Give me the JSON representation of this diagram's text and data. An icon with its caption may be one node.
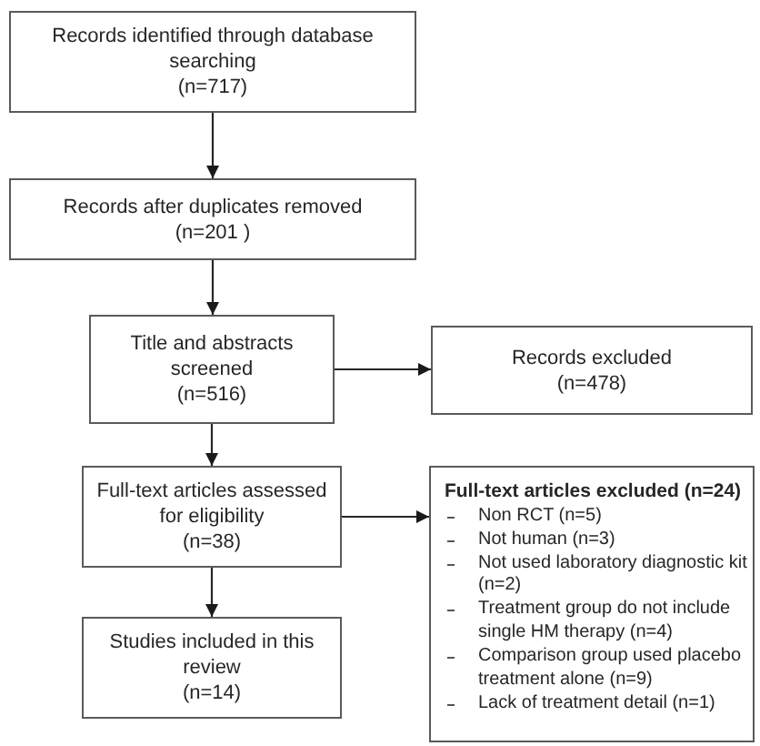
{
  "diagram": {
    "nodes": [
      {
        "text": [
          "Records identified through database searching",
          "(n=717)"
        ]
      },
      {
        "text": [
          "Records after duplicates removed",
          "(n=201 )"
        ]
      },
      {
        "text": [
          "Title and abstracts screened",
          "(n=516)"
        ]
      },
      {
        "text": [
          "Records excluded",
          "(n=478)"
        ]
      },
      {
        "text": [
          "Full-text articles assessed for eligibility",
          "(n=38)"
        ]
      },
      {
        "text": [
          "Full-text articles excluded (n=24)",
          "Non RCT (n=5)",
          "Not human (n=3)",
          "Not used laboratory diagnostic kit (n=2)",
          "Treatment group do not include single HM therapy (n=4)",
          "Comparison group used placebo treatment alone (n=9)",
          "Lack of treatment detail (n=1)"
        ]
      },
      {
        "text": [
          "Studies included in this review",
          "(n=14)"
        ]
      }
    ],
    "edges": [
      {
        "from": 0,
        "to": 1,
        "arrow": "to"
      },
      {
        "from": 1,
        "to": 2,
        "arrow": "to"
      },
      {
        "from": 2,
        "to": 3,
        "arrow": "to"
      },
      {
        "from": 2,
        "to": 4,
        "arrow": "to"
      },
      {
        "from": 4,
        "to": 5,
        "arrow": "to"
      },
      {
        "from": 4,
        "to": 6,
        "arrow": "to"
      }
    ]
  }
}
